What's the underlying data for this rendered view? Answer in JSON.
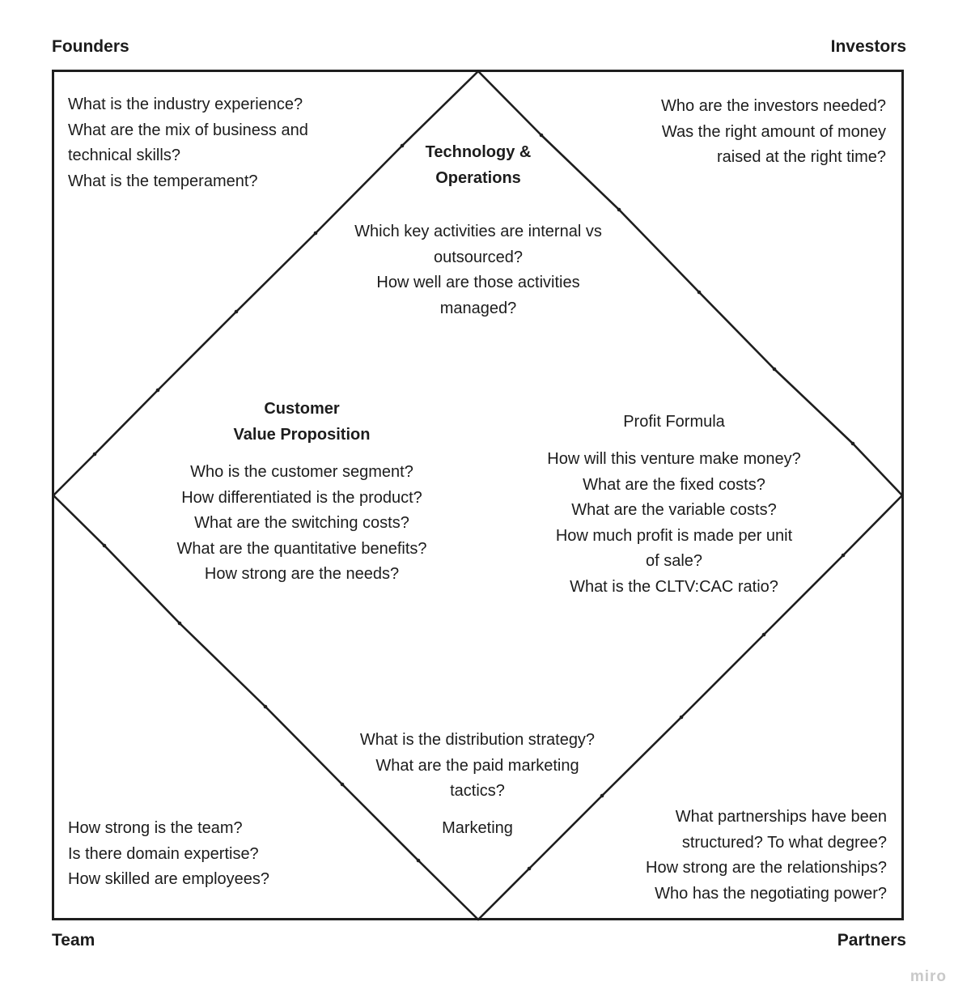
{
  "corner_labels": {
    "top_left": "Founders",
    "top_right": "Investors",
    "bottom_left": "Team",
    "bottom_right": "Partners"
  },
  "regions": {
    "founders": {
      "lines": [
        "What is the industry experience?",
        "What are the mix of business and",
        "technical skills?",
        "What is the temperament?"
      ]
    },
    "investors": {
      "lines": [
        "Who are the investors needed?",
        "Was the right amount of money",
        "raised at the right time?"
      ]
    },
    "technology_operations": {
      "title_lines": [
        "Technology &",
        "Operations"
      ],
      "lines": [
        "Which key activities are internal vs",
        "outsourced?",
        "How well are those activities",
        "managed?"
      ]
    },
    "customer_value_proposition": {
      "title_lines": [
        "Customer",
        "Value Proposition"
      ],
      "lines": [
        "Who is the customer segment?",
        "How differentiated is the product?",
        "What are the switching costs?",
        "What are the quantitative benefits?",
        "How strong are the needs?"
      ]
    },
    "profit_formula": {
      "title": "Profit Formula",
      "lines": [
        "How will this venture make money?",
        "What are the fixed costs?",
        "What are the variable costs?",
        "How much profit is made per unit",
        "of sale?",
        "What is the CLTV:CAC ratio?"
      ]
    },
    "marketing": {
      "title": "Marketing",
      "lines": [
        "What is the distribution strategy?",
        "What are the paid marketing",
        "tactics?"
      ]
    },
    "team": {
      "lines": [
        "How strong is the team?",
        "Is there domain expertise?",
        "How skilled are employees?"
      ]
    },
    "partners": {
      "lines": [
        "What partnerships have been",
        "structured? To what degree?",
        "How strong are the relationships?",
        "Who has the negotiating power?"
      ]
    }
  },
  "watermark": "miro",
  "colors": {
    "line": "#1e1e1e",
    "text": "#1c1c1c",
    "watermark": "#c9c9c9",
    "bg": "#ffffff"
  }
}
